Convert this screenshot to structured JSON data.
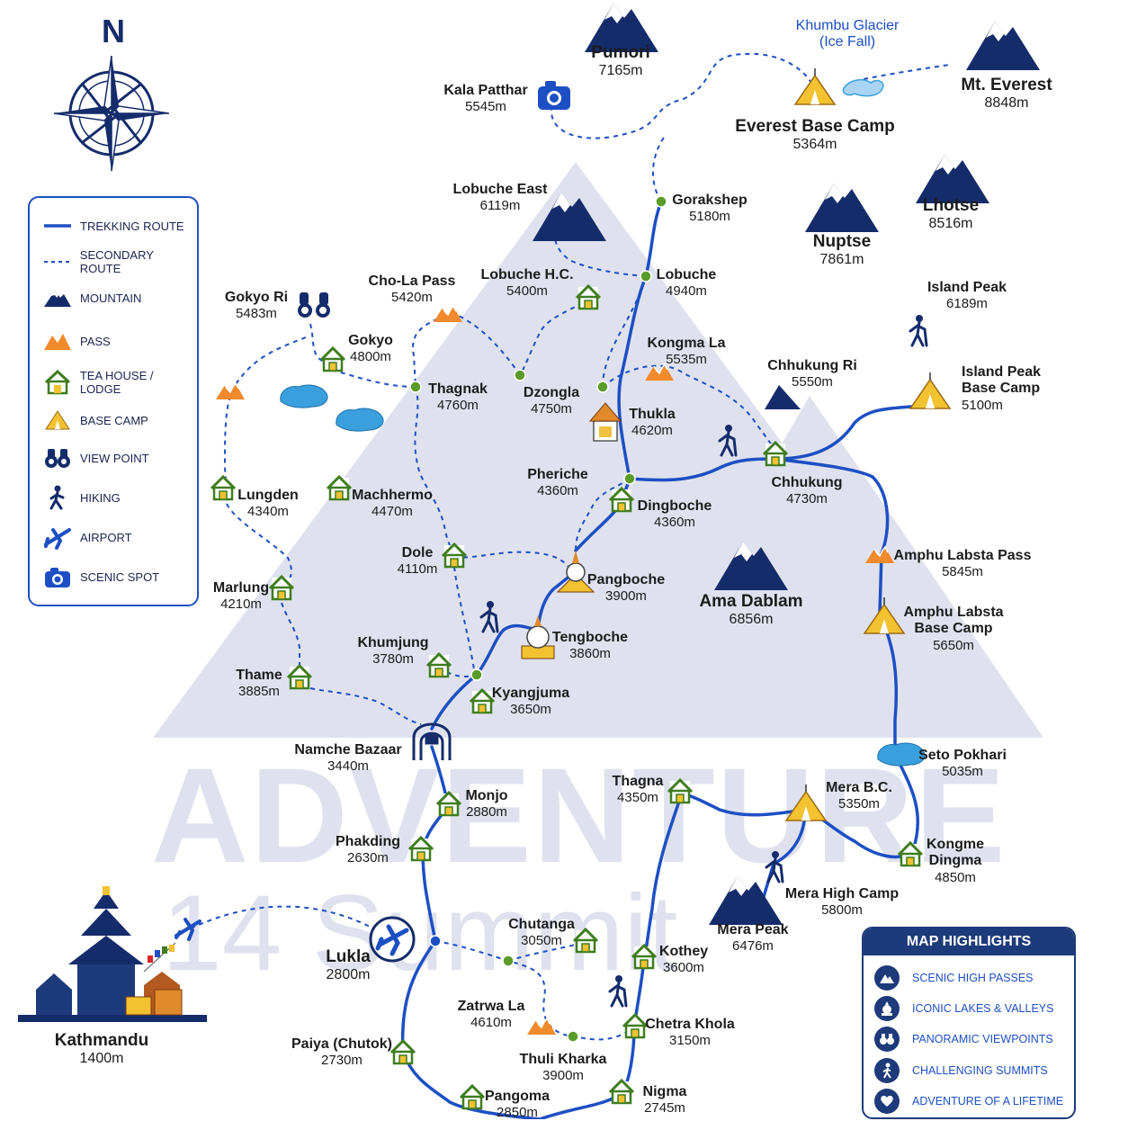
{
  "north_label": "N",
  "watermark": {
    "line1": "ADVENTURE",
    "line2": "14 Summit"
  },
  "colors": {
    "route": "#1d4fc4",
    "navy": "#152c6b",
    "teahouse": "#3f7d1f",
    "pass": "#f08a2c",
    "basecamp": "#f2c230",
    "lake": "#3aa0dd",
    "watermark": "#dfe2ee"
  },
  "legend": {
    "items": [
      {
        "icon": "trekking-route-line",
        "label": "TREKKING ROUTE"
      },
      {
        "icon": "secondary-route-line",
        "label": "SECONDARY ROUTE"
      },
      {
        "icon": "mountain-icon",
        "label": "MOUNTAIN"
      },
      {
        "icon": "pass-icon",
        "label": "PASS"
      },
      {
        "icon": "tea-house-icon",
        "label": "TEA HOUSE / LODGE"
      },
      {
        "icon": "base-camp-icon",
        "label": "BASE CAMP"
      },
      {
        "icon": "binoculars-icon",
        "label": "VIEW POINT"
      },
      {
        "icon": "hiker-icon",
        "label": "HIKING"
      },
      {
        "icon": "airplane-icon",
        "label": "AIRPORT"
      },
      {
        "icon": "camera-icon",
        "label": "SCENIC SPOT"
      }
    ]
  },
  "highlights": {
    "title": "MAP HIGHLIGHTS",
    "items": [
      {
        "icon": "mountain-icon",
        "label": "SCENIC HIGH PASSES"
      },
      {
        "icon": "stupa-icon",
        "label": "ICONIC LAKES & VALLEYS"
      },
      {
        "icon": "binoculars-icon",
        "label": "PANORAMIC VIEWPOINTS"
      },
      {
        "icon": "hiker-icon",
        "label": "CHALLENGING SUMMITS"
      },
      {
        "icon": "heart-icon",
        "label": "ADVENTURE OF A LIFETIME"
      }
    ]
  },
  "places": {
    "pumori": {
      "name": "Pumori",
      "elev": "7165m"
    },
    "khumbu_glacier": {
      "name1": "Khumbu Glacier",
      "name2": "(Ice Fall)"
    },
    "everest": {
      "name": "Mt. Everest",
      "elev": "8848m"
    },
    "kala_patthar": {
      "name": "Kala Patthar",
      "elev": "5545m"
    },
    "ebc": {
      "name": "Everest Base Camp",
      "elev": "5364m"
    },
    "lobuche_east": {
      "name": "Lobuche East",
      "elev": "6119m"
    },
    "gorakshep": {
      "name": "Gorakshep",
      "elev": "5180m"
    },
    "nuptse": {
      "name": "Nuptse",
      "elev": "7861m"
    },
    "lhotse": {
      "name": "Lhotse",
      "elev": "8516m"
    },
    "gokyo_ri": {
      "name": "Gokyo Ri",
      "elev": "5483m"
    },
    "cho_la": {
      "name": "Cho-La Pass",
      "elev": "5420m"
    },
    "lobuche_hc": {
      "name": "Lobuche H.C.",
      "elev": "5400m"
    },
    "lobuche": {
      "name": "Lobuche",
      "elev": "4940m"
    },
    "island_peak": {
      "name": "Island Peak",
      "elev": "6189m"
    },
    "gokyo": {
      "name": "Gokyo",
      "elev": "4800m"
    },
    "kongma_la": {
      "name": "Kongma La",
      "elev": "5535m"
    },
    "thagnak": {
      "name": "Thagnak",
      "elev": "4760m"
    },
    "dzongla": {
      "name": "Dzongla",
      "elev": "4750m"
    },
    "thukla": {
      "name": "Thukla",
      "elev": "4620m"
    },
    "chhukung_ri": {
      "name": "Chhukung Ri",
      "elev": "5550m"
    },
    "island_peak_bc": {
      "name1": "Island Peak",
      "name2": "Base Camp",
      "elev": "5100m"
    },
    "pheriche": {
      "name": "Pheriche",
      "elev": "4360m"
    },
    "chhukung": {
      "name": "Chhukung",
      "elev": "4730m"
    },
    "lungden": {
      "name": "Lungden",
      "elev": "4340m"
    },
    "machhermo": {
      "name": "Machhermo",
      "elev": "4470m"
    },
    "dingboche": {
      "name": "Dingboche",
      "elev": "4360m"
    },
    "dole": {
      "name": "Dole",
      "elev": "4110m"
    },
    "amphu_pass": {
      "name": "Amphu Labsta Pass",
      "elev": "5845m"
    },
    "pangboche": {
      "name": "Pangboche",
      "elev": "3900m"
    },
    "marlung": {
      "name": "Marlung",
      "elev": "4210m"
    },
    "ama_dablam": {
      "name": "Ama Dablam",
      "elev": "6856m"
    },
    "amphu_bc": {
      "name1": "Amphu Labsta",
      "name2": "Base Camp",
      "elev": "5650m"
    },
    "tengboche": {
      "name": "Tengboche",
      "elev": "3860m"
    },
    "khumjung": {
      "name": "Khumjung",
      "elev": "3780m"
    },
    "thame": {
      "name": "Thame",
      "elev": "3885m"
    },
    "kyangjuma": {
      "name": "Kyangjuma",
      "elev": "3650m"
    },
    "namche": {
      "name": "Namche Bazaar",
      "elev": "3440m"
    },
    "seto_pokhari": {
      "name": "Seto Pokhari",
      "elev": "5035m"
    },
    "thagna": {
      "name": "Thagna",
      "elev": "4350m"
    },
    "mera_bc": {
      "name": "Mera B.C.",
      "elev": "5350m"
    },
    "monjo": {
      "name": "Monjo",
      "elev": "2880m"
    },
    "phakding": {
      "name": "Phakding",
      "elev": "2630m"
    },
    "kongme_dingma": {
      "name1": "Kongme",
      "name2": "Dingma",
      "elev": "4850m"
    },
    "mera_hc": {
      "name": "Mera High Camp",
      "elev": "5800m"
    },
    "mera_peak": {
      "name": "Mera Peak",
      "elev": "6476m"
    },
    "chutanga": {
      "name": "Chutanga",
      "elev": "3050m"
    },
    "lukla": {
      "name": "Lukla",
      "elev": "2800m"
    },
    "kothey": {
      "name": "Kothey",
      "elev": "3600m"
    },
    "zatrwa_la": {
      "name": "Zatrwa La",
      "elev": "4610m"
    },
    "chetra_khola": {
      "name": "Chetra Khola",
      "elev": "3150m"
    },
    "kathmandu": {
      "name": "Kathmandu",
      "elev": "1400m"
    },
    "paiya": {
      "name": "Paiya (Chutok)",
      "elev": "2730m"
    },
    "thuli_kharka": {
      "name": "Thuli Kharka",
      "elev": "3900m"
    },
    "pangoma": {
      "name": "Pangoma",
      "elev": "2850m"
    },
    "nigma": {
      "name": "Nigma",
      "elev": "2745m"
    }
  }
}
